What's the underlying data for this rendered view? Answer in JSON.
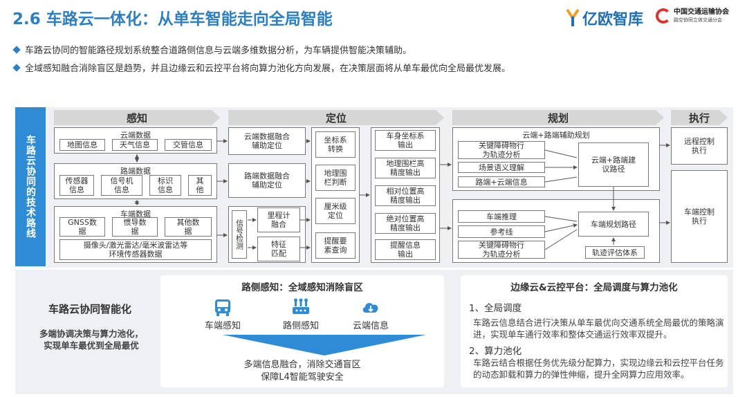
{
  "header": {
    "title": "2.6 车路云一体化：从单车智能走向全局智能",
    "logo_yiou": "亿欧智库",
    "logo_cta_line1": "中国交通运输协会",
    "logo_cta_line2": "路空协同立体交通分会"
  },
  "bullets": [
    "车路云协同的智能路径规划系统整合道路侧信息与云端多维数据分析，为车辆提供智能决策辅助。",
    "全域感知融合消除盲区是趋势，并且边缘云和云控平台将向算力池化方向发展，在决策层面将从单车最优向全局最优发展。"
  ],
  "diagram": {
    "side_label": "车路云协同的技术路线",
    "stages": [
      "感知",
      "定位",
      "规划",
      "执行"
    ],
    "perception": {
      "cloud_title": "云端数据",
      "cloud_items": [
        "地图信息",
        "天气信息",
        "交管信息"
      ],
      "road_title": "路端数据",
      "road_items": [
        "传感器信息",
        "信号机信息",
        "标识信息",
        "其他"
      ],
      "vehicle_title": "车端数据",
      "vehicle_items": [
        "GNSS数据",
        "惯导数据",
        "其他数据"
      ],
      "vehicle_sensors": "摄像头/激光雷达/毫米波雷达等环境传感器数据"
    },
    "localization": {
      "cloud_fusion": "云端数据融合辅助定位",
      "road_fusion": "路端数据融合辅助定位",
      "signal_detect": "信号检测",
      "odometry": "里程计融合",
      "feature_match": "特征匹配",
      "coord_transform": "坐标系转换",
      "geofence": "地理围栏判断",
      "cm_position": "厘米级定位",
      "alert_query": "提醒要素查询",
      "outputs": [
        "车身坐标系输出",
        "地理围栏高精度输出",
        "相对位置高精度输出",
        "绝对位置高精度输出",
        "提醒信息输出"
      ]
    },
    "planning": {
      "upper_title": "云端+路端辅助规划",
      "upper_items": [
        "关键障碍物行为轨迹分析",
        "场景语义理解",
        "路端+云端信息"
      ],
      "upper_result": "云端+路端建议路径",
      "lower_items": [
        "车端推理",
        "参考线",
        "关键障碍物行为轨迹分析"
      ],
      "lower_result": "车端规划路径",
      "eval": "轨迹评估体系"
    },
    "execution": {
      "remote": "远程控制执行",
      "vehicle": "车端控制执行"
    }
  },
  "bottom": {
    "left_title": "车路云协同智能化",
    "left_text": "多端协调决策与算力池化，实现单车最优到全局最优",
    "middle_title": "路侧感知：全域感知消除盲区",
    "middle_icons": [
      "车端感知",
      "路侧感知",
      "云端信息"
    ],
    "middle_result_1": "多端信息融合，消除交通盲区",
    "middle_result_2": "保障L4智能驾驶安全",
    "right_title": "边缘云&云控平台：全局调度与算力池化",
    "right_s1_title": "1、全局调度",
    "right_s1_text": "车路云信息结合进行决策从单车最优向交通系统全局最优的策略演进，实现单车通行效率和整体交通运行效率双提升。",
    "right_s2_title": "2、算力池化",
    "right_s2_text": "车路云结合根据任务优先级分配算力，实现边缘云和云控平台任务的动态卸载和算力的弹性伸缩，提升全网算力应用效率。"
  },
  "colors": {
    "accent": "#2e8bd6",
    "title": "#2d7fc4"
  }
}
